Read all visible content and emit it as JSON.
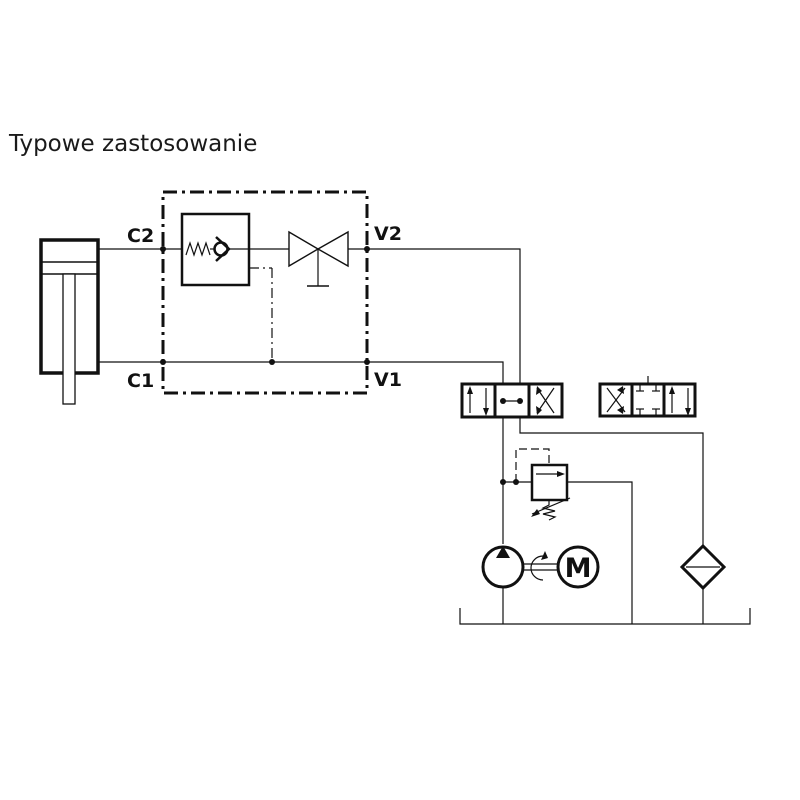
{
  "title": "Typowe zastosowanie",
  "ports": {
    "c2": "C2",
    "c1": "C1",
    "v2": "V2",
    "v1": "V1"
  },
  "motor_label": "M",
  "colors": {
    "line": "#111111",
    "background": "#ffffff"
  }
}
